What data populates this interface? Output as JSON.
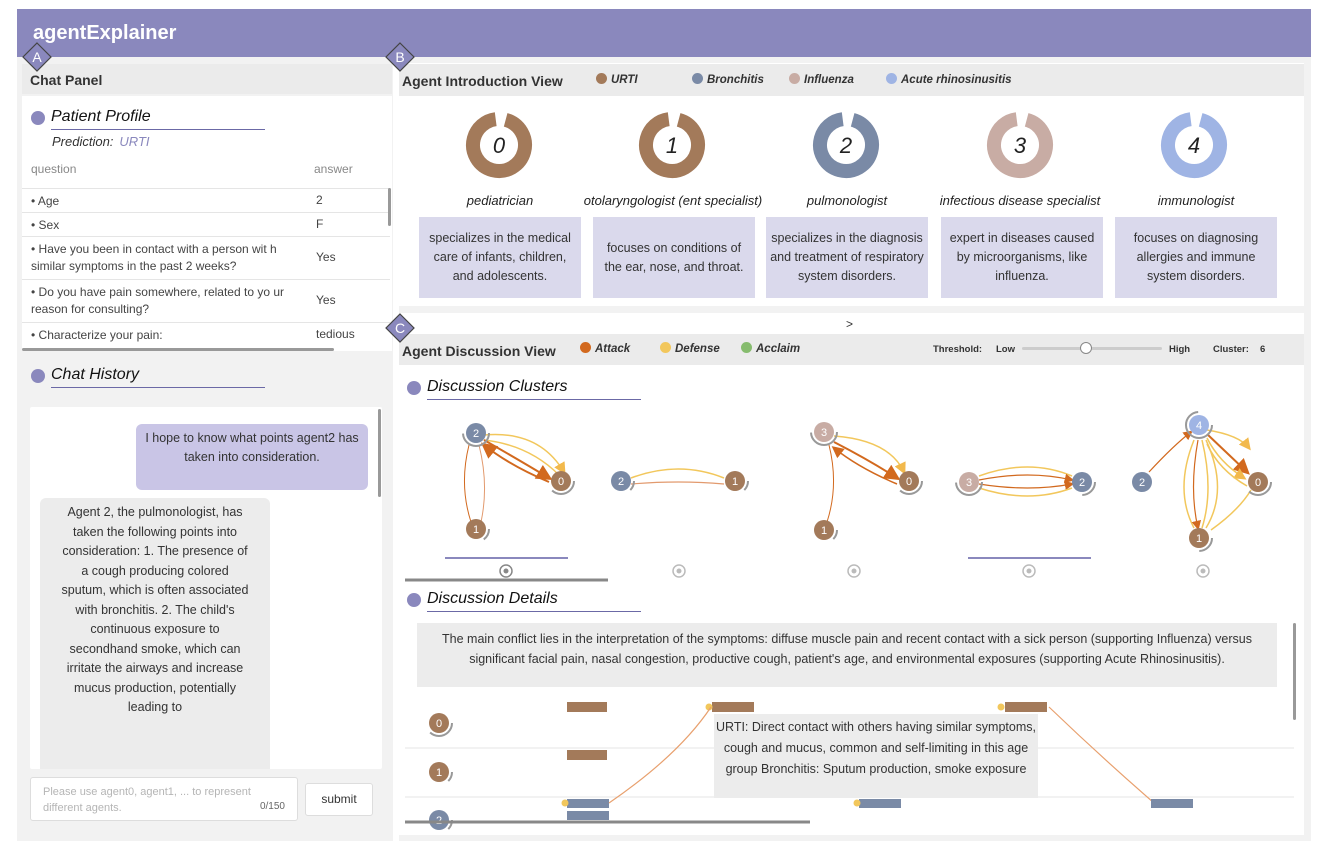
{
  "app": {
    "title": "agentExplainer"
  },
  "markers": [
    "A",
    "B",
    "C"
  ],
  "chat_panel": {
    "title": "Chat Panel",
    "profile_title": "Patient Profile",
    "prediction_label": "Prediction:",
    "prediction_value": "URTI",
    "col_question": "question",
    "col_answer": "answer",
    "rows": [
      {
        "q": "• Age",
        "a": "2"
      },
      {
        "q": "• Sex",
        "a": "F"
      },
      {
        "q": "• Have you been in contact with a person wit h similar symptoms in the past 2 weeks?",
        "a": "Yes"
      },
      {
        "q": "• Do you have pain somewhere, related to yo ur reason for consulting?",
        "a": "Yes"
      },
      {
        "q": "• Characterize your pain:",
        "a": "tedious"
      }
    ],
    "history_title": "Chat History",
    "user_message": "I hope to know what points agent2 has taken into consideration.",
    "agent_message": "Agent 2, the pulmonologist, has taken the following points into consideration: 1. The presence of a cough producing colored sputum, which is often associated with bronchitis. 2. The child's continuous exposure to secondhand smoke, which can irritate the airways and increase mucus production, potentially leading to",
    "input_placeholder": "Please use agent0, agent1, ... to represent different agents.",
    "input_counter": "0/150",
    "submit_label": "submit"
  },
  "intro_view": {
    "title": "Agent Introduction View",
    "legend": [
      {
        "label": "URTI",
        "color": "#a37a5a"
      },
      {
        "label": "Bronchitis",
        "color": "#7a8aa6"
      },
      {
        "label": "Influenza",
        "color": "#c8aca4"
      },
      {
        "label": "Acute rhinosinusitis",
        "color": "#9fb4e4"
      }
    ],
    "agents": [
      {
        "id": "0",
        "name": "pediatrician",
        "desc": "specializes in the medical care of infants, children, and adolescents.",
        "color": "#a37a5a"
      },
      {
        "id": "1",
        "name": "otolaryngologist (ent specialist)",
        "desc": "focuses on conditions of the ear, nose, and throat.",
        "color": "#a37a5a"
      },
      {
        "id": "2",
        "name": "pulmonologist",
        "desc": "specializes in the diagnosis and treatment of respiratory system disorders.",
        "color": "#7a8aa6"
      },
      {
        "id": "3",
        "name": "infectious disease specialist",
        "desc": "expert in diseases caused by microorganisms, like influenza.",
        "color": "#c8aca4"
      },
      {
        "id": "4",
        "name": "immunologist",
        "desc": "focuses on diagnosing allergies and immune system disorders.",
        "color": "#9fb4e4"
      }
    ]
  },
  "discussion_view": {
    "expand_arrow": ">",
    "title": "Agent Discussion View",
    "legend": [
      {
        "label": "Attack",
        "color": "#d2691e"
      },
      {
        "label": "Defense",
        "color": "#f2c75c"
      },
      {
        "label": "Acclaim",
        "color": "#86bc6e"
      }
    ],
    "threshold_label": "Threshold:",
    "low_label": "Low",
    "high_label": "High",
    "cluster_label": "Cluster:",
    "cluster_count": "6",
    "clusters_title": "Discussion Clusters",
    "details_title": "Discussion Details",
    "conflict_text": "The main conflict lies in the interpretation of the symptoms: diffuse muscle pain and recent contact with a sick person (supporting Influenza) versus significant facial pain, nasal congestion, productive cough, patient's age, and environmental exposures (supporting Acute Rhinosinusitis).",
    "tooltip_text": "URTI: Direct contact with others having similar symptoms, cough and mucus, common and self-limiting in this age group Bronchitis: Sputum production, smoke exposure",
    "timeline_agents": [
      "0",
      "1",
      "2"
    ]
  }
}
